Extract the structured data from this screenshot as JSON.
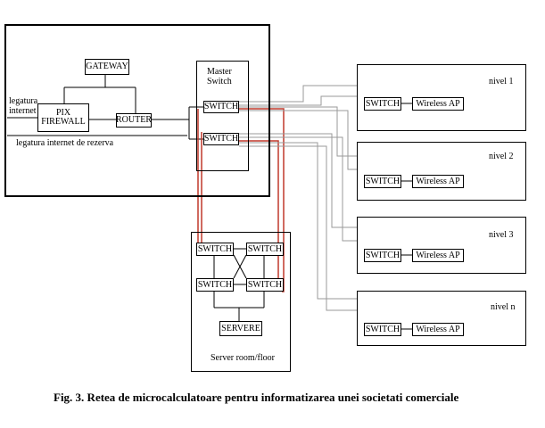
{
  "main_site": {
    "gateway": "GATEWAY",
    "firewall_line1": "PIX",
    "firewall_line2": "FIREWALL",
    "router": "ROUTER",
    "internet_line1": "legatura",
    "internet_line2": "internet",
    "backup_internet": "legatura internet de rezerva",
    "master_switch_line1": "Master",
    "master_switch_line2": "Switch",
    "switch_a": "SWITCH",
    "switch_b": "SWITCH"
  },
  "server_room": {
    "switches": [
      "SWITCH",
      "SWITCH",
      "SWITCH",
      "SWITCH"
    ],
    "servers": "SERVERE",
    "label": "Server room/floor"
  },
  "levels": [
    {
      "label": "nivel 1",
      "switch": "SWITCH",
      "ap": "Wireless AP"
    },
    {
      "label": "nivel 2",
      "switch": "SWITCH",
      "ap": "Wireless AP"
    },
    {
      "label": "nivel 3",
      "switch": "SWITCH",
      "ap": "Wireless AP"
    },
    {
      "label": "nivel n",
      "switch": "SWITCH",
      "ap": "Wireless AP"
    }
  ],
  "caption": "Fig. 3. Retea de microcalculatoare pentru informatizarea unei societati comerciale",
  "colors": {
    "redundant_link": "#c0392b",
    "level_link": "#9a9a9a"
  }
}
